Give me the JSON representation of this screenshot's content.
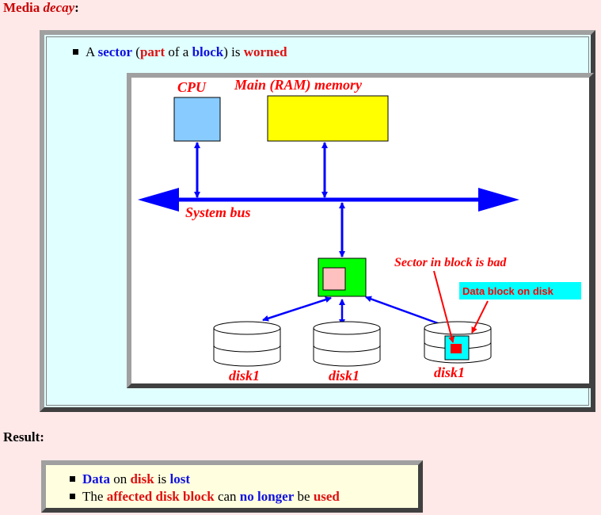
{
  "heading": {
    "word1": "Media",
    "word2": "decay",
    "colon": ":"
  },
  "bullet": {
    "parts": [
      {
        "t": "A ",
        "c": ""
      },
      {
        "t": "sector",
        "c": "blue"
      },
      {
        "t": " (",
        "c": ""
      },
      {
        "t": "part",
        "c": "red"
      },
      {
        "t": " of a ",
        "c": ""
      },
      {
        "t": "block",
        "c": "blue"
      },
      {
        "t": ") is ",
        "c": ""
      },
      {
        "t": "worned",
        "c": "red"
      }
    ]
  },
  "diagram": {
    "cpu_label": "CPU",
    "memory_label": "Main (RAM) memory",
    "bus_label": "System bus",
    "bad_sector_label": "Sector in block is bad",
    "data_block_label": "Data block on disk",
    "disk_labels": [
      "disk1",
      "disk1",
      "disk1"
    ],
    "colors": {
      "cpu": "#88ccff",
      "memory": "#ffff00",
      "controller": "#00ff00",
      "controller_inner": "#ffc0c0",
      "data_block": "#00ffff",
      "bad_sector": "#ff0000",
      "bus": "#0000ff",
      "label_red": "#ff0000"
    }
  },
  "result": {
    "label": "Result:",
    "items": [
      [
        {
          "t": "Data",
          "c": "blue"
        },
        {
          "t": " on ",
          "c": ""
        },
        {
          "t": "disk",
          "c": "red"
        },
        {
          "t": " is ",
          "c": ""
        },
        {
          "t": "lost",
          "c": "blue"
        }
      ],
      [
        {
          "t": "The ",
          "c": ""
        },
        {
          "t": "affected disk block",
          "c": "red"
        },
        {
          "t": " can ",
          "c": ""
        },
        {
          "t": "no longer",
          "c": "blue"
        },
        {
          "t": " be ",
          "c": ""
        },
        {
          "t": "used",
          "c": "red"
        }
      ]
    ]
  }
}
